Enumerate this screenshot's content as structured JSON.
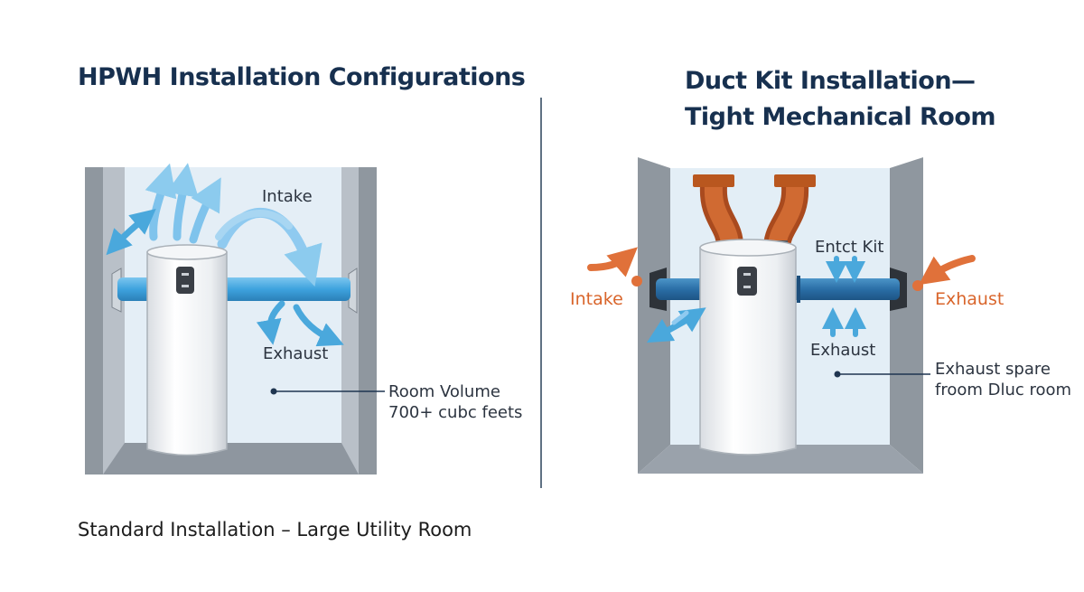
{
  "left": {
    "title": "HPWH Installation Configurations",
    "labels": {
      "intake": "Intake",
      "exhaust": "Exhaust",
      "room_volume_line1": "Room Volume",
      "room_volume_line2": "700+ cubc feets"
    },
    "caption": "Standard Installation – Large Utility Room"
  },
  "right": {
    "title_line1": "Duct Kit Installation—",
    "title_line2": "Tight Mechanical Room",
    "labels": {
      "intake": "Intake",
      "exhaust_side": "Exhaust",
      "duct_kit": "Entct Kit",
      "exhaust_center": "Exhaust",
      "note_line1": "Exhaust spare",
      "note_line2": "froom Dluc room"
    }
  },
  "colors": {
    "title": "#17304f",
    "air_blue": "#4aa8dc",
    "duct_orange": "#c8652b",
    "accent_orange": "#e0713a",
    "wall_gray": "#9aa2ac",
    "room_fill": "#e3eef6"
  }
}
